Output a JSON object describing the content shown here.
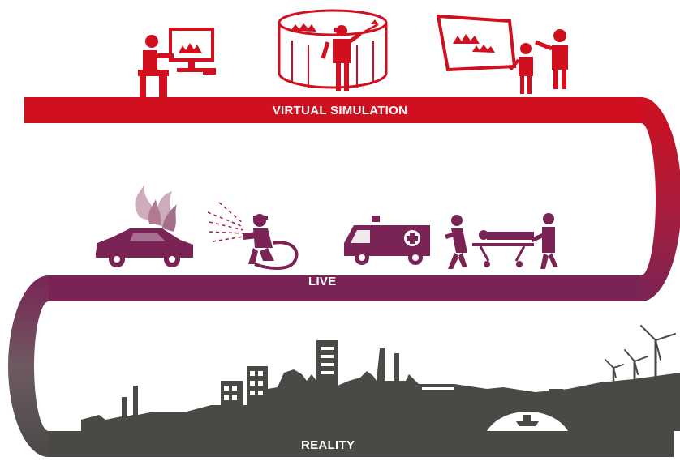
{
  "bands": {
    "virtual_simulation": "VIRTUAL SIMULATION",
    "live": "LIVE",
    "reality": "REALITY"
  },
  "colors": {
    "virtual": "#d0101e",
    "live": "#7a2455",
    "reality": "#4a4946",
    "accent_pink": "#c9a3b4"
  },
  "icons": [
    "person-at-computer-icon",
    "vr-headset-person-icon",
    "wall-screen-presentation-icon",
    "burning-car-icon",
    "firefighter-hose-icon",
    "ambulance-icon",
    "stretcher-paramedics-icon",
    "industrial-skyline-icon",
    "bridge-icon",
    "wind-turbine-icon"
  ]
}
